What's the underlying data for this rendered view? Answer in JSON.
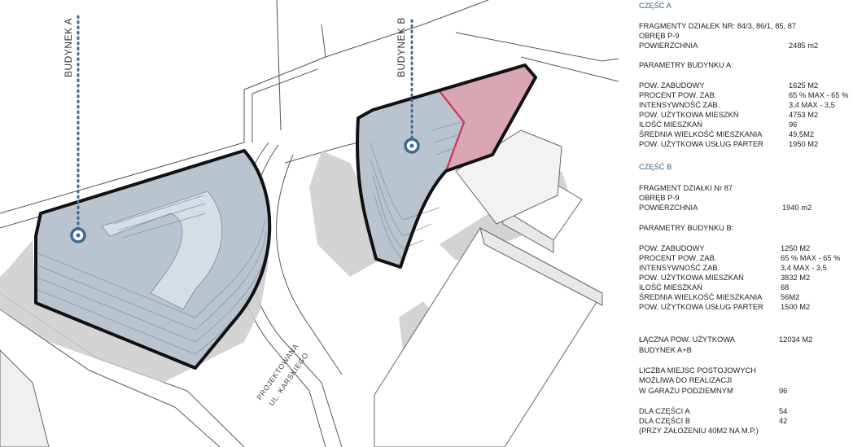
{
  "labels": {
    "building_a": "BUDYNEK A",
    "building_b": "BUDYNEK B",
    "street_line1": "PROJEKTOWANA",
    "street_line2": "UL. KARSKIEGO"
  },
  "colors": {
    "building_fill": "#b9c4d0",
    "highlight_fill": "#d9a6b4",
    "highlight_stroke": "#d23a5c",
    "outline": "#111111",
    "marker": "#3d6a8e",
    "header_text": "#3a5a80"
  },
  "part_a": {
    "header": "CZĘŚĆ A",
    "parcels": "FRAGMENTY DZIAŁEK NR: 84/3, 86/1, 85, 87",
    "precinct": "OBRĘB P-9",
    "area_label": "POWIERZCHNIA",
    "area_value": "2485 m2",
    "params_title": "PARAMETRY BUDYNKU A:",
    "params": [
      {
        "label": "POW. ZABUDOWY",
        "value": "1625 M2"
      },
      {
        "label": "PROCENT POW. ZAB.",
        "value": "65 %  MAX - 65 %"
      },
      {
        "label": "INTENSYWNOŚĆ ZAB.",
        "value": "3,4  MAX - 3,5"
      },
      {
        "label": "POW. UŻYTKOWA MIESZKŃ",
        "value": "4753 M2"
      },
      {
        "label": "ILOŚĆ MIESZKAŃ",
        "value": "96"
      },
      {
        "label": "ŚREDNIA WIELKOŚĆ MIESZKANIA",
        "value": "49,5M2"
      },
      {
        "label": "POW.  UŻYTKOWA USŁUG PARTER",
        "value": "1950 M2"
      }
    ]
  },
  "part_b": {
    "header": "CZĘŚĆ B",
    "parcels": "FRAGMENT DZIAŁKI Nr 87",
    "precinct": "OBRĘB P-9",
    "area_label": "POWIERZCHNIA",
    "area_value": "1940 m2",
    "params_title": "PARAMETRY BUDYNKU B:",
    "params": [
      {
        "label": "POW. ZABUDOWY",
        "value": "1250 M2"
      },
      {
        "label": "PROCENT POW. ZAB.",
        "value": "65 %  MAX - 65 %"
      },
      {
        "label": "INTENSYWNOŚĆ ZAB.",
        "value": "3,4  MAX - 3,5"
      },
      {
        "label": "POW. UŻYTKOWA MIESZKAŃ",
        "value": "3832 M2"
      },
      {
        "label": "ILOŚĆ MIESZKAŃ",
        "value": "68"
      },
      {
        "label": "ŚREDNIA WIELKOŚĆ MIESZKANIA",
        "value": "56M2"
      },
      {
        "label": "POW. UŻYTKOWA USŁUG PARTER",
        "value": "1500 M2"
      }
    ]
  },
  "summary": {
    "total_label_1": "ŁĄCZNA POW. UŻYTKOWA",
    "total_label_2": "BUDYNEK A+B",
    "total_value": "12034 M2",
    "parking_1": "LICZBA MIEJSC POSTOJOWYCH",
    "parking_2": "MOŻLIWA DO  REALIZACJI",
    "parking_3": "W GARAŻU PODZIEMNYM",
    "parking_value": "96",
    "part_a_label": "DLA CZĘŚCI A",
    "part_a_value": "54",
    "part_b_label": "DLA CZĘŚCI B",
    "part_b_value": "42",
    "note": "(PRZY ZAŁOŻENIU 40M2 NA  M.P.)"
  }
}
